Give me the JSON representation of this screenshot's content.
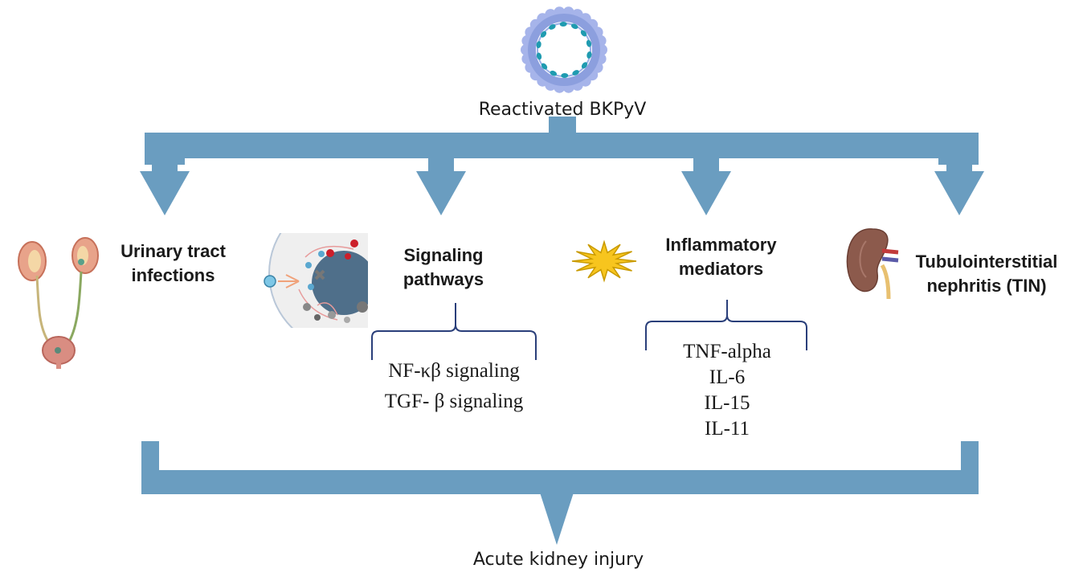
{
  "top": {
    "label": "Reactivated BKPyV",
    "icon": "virus-icon"
  },
  "branches": [
    {
      "id": "uti",
      "title_lines": [
        "Urinary tract",
        "infections"
      ],
      "icon": "urinary-tract-icon",
      "items": []
    },
    {
      "id": "signaling",
      "title_lines": [
        "Signaling",
        "pathways"
      ],
      "icon": "cell-signaling-icon",
      "items": [
        "NF-κβ signaling",
        "TGF- β signaling"
      ]
    },
    {
      "id": "inflammatory",
      "title_lines": [
        "Inflammatory",
        "mediators"
      ],
      "icon": "starburst-icon",
      "items": [
        "TNF-alpha",
        "IL-6",
        "IL-15",
        "IL-11"
      ]
    },
    {
      "id": "tin",
      "title_lines": [
        "Tubulointerstitial",
        "nephritis (TIN)"
      ],
      "icon": "kidney-icon",
      "items": []
    }
  ],
  "bottom": {
    "label": "Acute kidney injury"
  },
  "colors": {
    "arrow": "#6a9dc0",
    "brace": "#2a3f7a",
    "star_fill": "#f7c51e",
    "star_stroke": "#c99a00"
  }
}
